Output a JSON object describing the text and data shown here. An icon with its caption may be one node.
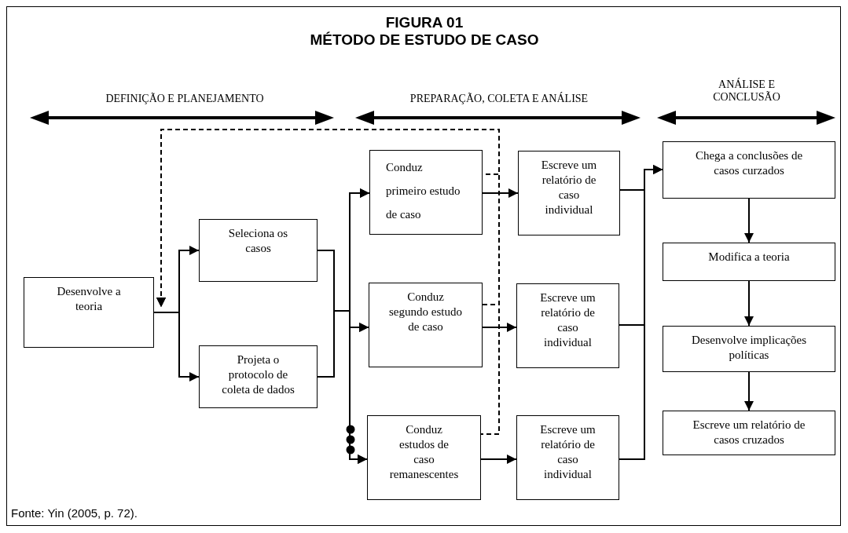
{
  "diagram": {
    "title": "MÉTODO DE ESTUDO DE CASO",
    "caption": "Fonte: Yin (2005, p. 72).",
    "nodes": [
      {
        "text": [
          "Desenvolve a teoria"
        ]
      },
      {
        "text": [
          "Seleciona os casos"
        ]
      },
      {
        "text": [
          "Projeta o protocolo de coleta de dados"
        ]
      },
      {
        "text": [
          "Conduz primeiro estudo de caso"
        ]
      },
      {
        "text": [
          "Conduz segundo estudo de caso"
        ]
      },
      {
        "text": [
          "Conduz estudos de caso remanescentes"
        ]
      },
      {
        "text": [
          "Escreve um relatório de caso individual"
        ]
      },
      {
        "text": [
          "Escreve um relatório de caso individual"
        ]
      },
      {
        "text": [
          "Escreve um relatório de caso individual"
        ]
      },
      {
        "text": [
          "Chega a conclusões de casos curzados"
        ]
      },
      {
        "text": [
          "Modifica a teoria"
        ]
      },
      {
        "text": [
          "Desenvolve implicações políticas"
        ]
      },
      {
        "text": [
          "Escreve um relatório de casos cruzados"
        ]
      }
    ],
    "edges": [
      {
        "from": 0,
        "to": 1,
        "arrow": "to"
      },
      {
        "from": 0,
        "to": 2,
        "arrow": "to"
      },
      {
        "from": 1,
        "to": 3,
        "arrow": "to"
      },
      {
        "from": 1,
        "to": 4,
        "arrow": "to"
      },
      {
        "from": 1,
        "to": 5,
        "arrow": "to"
      },
      {
        "from": 2,
        "to": 3,
        "arrow": "to"
      },
      {
        "from": 2,
        "to": 4,
        "arrow": "to"
      },
      {
        "from": 2,
        "to": 5,
        "arrow": "to"
      },
      {
        "from": 3,
        "to": 6,
        "arrow": "to"
      },
      {
        "from": 4,
        "to": 7,
        "arrow": "to"
      },
      {
        "from": 5,
        "to": 8,
        "arrow": "to"
      },
      {
        "from": 6,
        "to": 9,
        "arrow": "to"
      },
      {
        "from": 7,
        "to": 9,
        "arrow": "to"
      },
      {
        "from": 8,
        "to": 9,
        "arrow": "to"
      },
      {
        "from": 9,
        "to": 10,
        "arrow": "to"
      },
      {
        "from": 10,
        "to": 11,
        "arrow": "to"
      },
      {
        "from": 11,
        "to": 12,
        "arrow": "to"
      },
      {
        "from": 3,
        "to": 0,
        "arrow": "to",
        "style": "dashed"
      },
      {
        "from": 4,
        "to": 0,
        "arrow": "to",
        "style": "dashed"
      },
      {
        "from": 5,
        "to": 0,
        "arrow": "to",
        "style": "dashed"
      }
    ],
    "labels": [
      "FIGURA 01",
      "DEFINIÇÃO E PLANEJAMENTO",
      "PREPARAÇÃO, COLETA E ANÁLISE",
      "ANÁLISE E CONCLUSÃO"
    ]
  }
}
